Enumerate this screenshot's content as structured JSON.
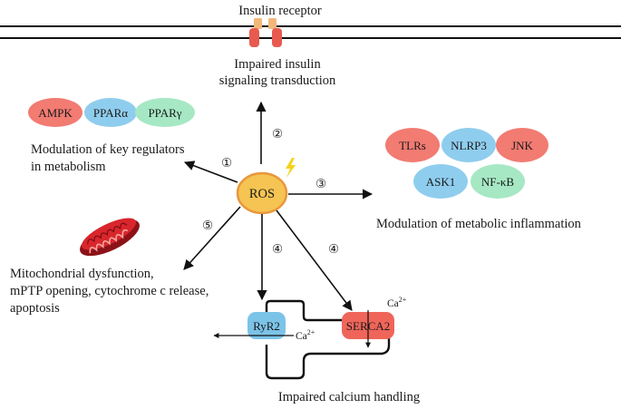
{
  "membrane": {
    "receptor_label": "Insulin receptor",
    "receptor_colors": {
      "extracellular": "#f2b87a",
      "transmembrane": "#e85a4f"
    }
  },
  "center": {
    "label": "ROS",
    "fill": "#f5c452",
    "stroke": "#e8973c",
    "icon": "lightning-bolt-icon"
  },
  "branches": {
    "insulin": {
      "number": "②",
      "text_lines": [
        "Impaired insulin",
        "signaling transduction"
      ]
    },
    "regulators": {
      "number": "①",
      "text_lines": [
        "Modulation of key regulators",
        "in metabolism"
      ],
      "pills": [
        {
          "label": "AMPK",
          "color": "#f27b72"
        },
        {
          "label": "PPARα",
          "color": "#8fcdee"
        },
        {
          "label": "PPARγ",
          "color": "#a6e8c4"
        }
      ]
    },
    "inflammation": {
      "number": "③",
      "text": "Modulation of metabolic inflammation",
      "pills": [
        {
          "label": "TLRs",
          "color": "#f27b72"
        },
        {
          "label": "NLRP3",
          "color": "#8fcdee"
        },
        {
          "label": "JNK",
          "color": "#f27b72"
        },
        {
          "label": "ASK1",
          "color": "#8fcdee"
        },
        {
          "label": "NF-κB",
          "color": "#a6e8c4"
        }
      ]
    },
    "mitochondria": {
      "number": "⑤",
      "text_lines": [
        "Mitochondrial dysfunction,",
        "mPTP opening, cytochrome c release,",
        "apoptosis"
      ]
    },
    "calcium": {
      "numbers": [
        "④",
        "④"
      ],
      "text": "Impaired calcium handling",
      "channels": [
        {
          "label": "RyR2",
          "color": "#7cc3e8"
        },
        {
          "label": "SERCA2",
          "color": "#f0655a"
        }
      ],
      "ion_base": "Ca",
      "ion_charge": "2+"
    }
  }
}
